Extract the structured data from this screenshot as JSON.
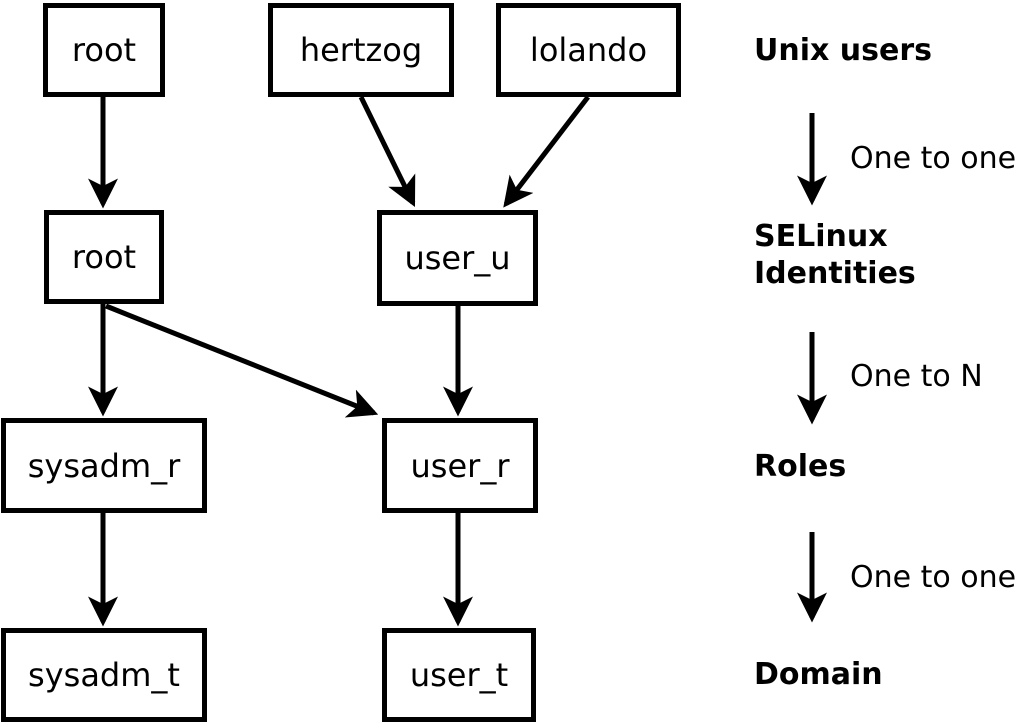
{
  "figure": {
    "description": "SELinux mapping diagram: Unix users to SELinux identities to roles to domains",
    "background_color": "#ffffff",
    "ink_color": "#000000"
  },
  "nodes": {
    "root_unix": "root",
    "hertzog": "hertzog",
    "lolando": "lolando",
    "root_selinux": "root",
    "user_u": "user_u",
    "sysadm_r": "sysadm_r",
    "user_r": "user_r",
    "sysadm_t": "sysadm_t",
    "user_t": "user_t"
  },
  "legend": {
    "unix_users": "Unix users",
    "one_to_one_first": "One to one",
    "selinux_identities": "SELinux\nIdentities",
    "one_to_n": "One to N",
    "roles": "Roles",
    "one_to_one_second": "One to one",
    "domain": "Domain"
  }
}
